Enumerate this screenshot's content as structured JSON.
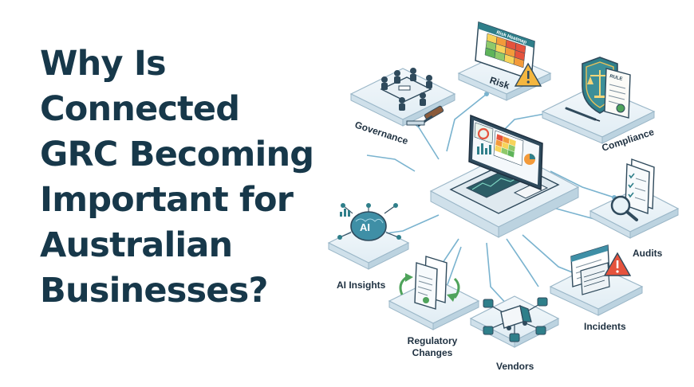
{
  "headline": {
    "lines": [
      "Why Is",
      "Connected",
      "GRC Becoming",
      "Important for",
      "Australian",
      "Businesses?"
    ]
  },
  "nodes": {
    "risk": {
      "label": "Risk",
      "matrix_title": "Risk Heatmap"
    },
    "governance": {
      "label": "Governance"
    },
    "compliance": {
      "label": "Compliance",
      "doc_title": "RULE"
    },
    "audits": {
      "label": "Audits"
    },
    "ai_insights": {
      "label": "AI Insights",
      "chip_text": "AI"
    },
    "regulatory_changes": {
      "label_line1": "Regulatory",
      "label_line2": "Changes"
    },
    "vendors": {
      "label": "Vendors"
    },
    "incidents": {
      "label": "Incidents"
    }
  },
  "colors": {
    "headline": "#17384a",
    "platform": "#eaf3f8",
    "platform_edge": "#9bb7c8",
    "line": "#2f4a5c",
    "connector": "#7ab3cf",
    "accent_teal": "#2f7f8a",
    "warning": "#f4b63f",
    "alert": "#e5533d"
  },
  "icons": [
    "meeting-table-icon",
    "gavel-icon",
    "risk-heatmap-icon",
    "warning-icon",
    "shield-scales-icon",
    "rule-scroll-icon",
    "pen-icon",
    "dashboard-monitor-icon",
    "ai-brain-icon",
    "document-checklist-icon",
    "magnifier-icon",
    "update-arrows-icon",
    "delivery-truck-icon",
    "alert-window-icon"
  ]
}
